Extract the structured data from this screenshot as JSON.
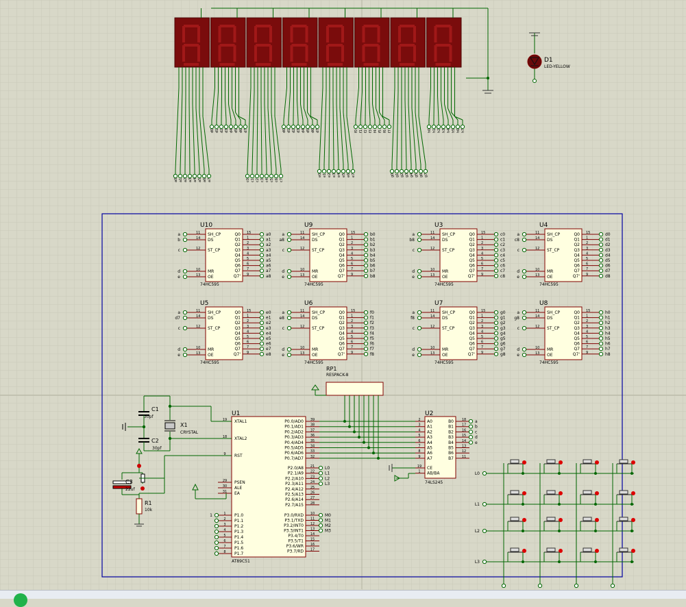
{
  "colors": {
    "background": "#d8d8c8",
    "grid_minor": "#c9c9b8",
    "grid_major": "#b3b3a2",
    "wire": "#006600",
    "component_fill": "#ffffe0",
    "component_border": "#800000",
    "led_off": "#6a0a0a",
    "frame": "#0000a0",
    "status_green": "#21b24b"
  },
  "display": {
    "digits": 8,
    "nets": [
      [
        "a0",
        "a1",
        "a2",
        "a3",
        "a4",
        "a5",
        "a6",
        "a7"
      ],
      [
        "b0",
        "b1",
        "b2",
        "b3",
        "b4",
        "b5",
        "b6",
        "b7"
      ],
      [
        "c0",
        "c1",
        "c2",
        "c3",
        "c4",
        "c5",
        "c6",
        "c7"
      ],
      [
        "d0",
        "d1",
        "d2",
        "d3",
        "d4",
        "d5",
        "d6",
        "d7"
      ],
      [
        "e0",
        "e1",
        "e2",
        "e3",
        "e4",
        "e5",
        "e6",
        "e7"
      ],
      [
        "f0",
        "f1",
        "f2",
        "f3",
        "f4",
        "f5",
        "f6",
        "f7"
      ],
      [
        "g0",
        "g1",
        "g2",
        "g3",
        "g4",
        "g5",
        "g6",
        "g7"
      ],
      [
        "h0",
        "h1",
        "h2",
        "h3",
        "h4",
        "h5",
        "h6",
        "h7"
      ]
    ]
  },
  "led": {
    "ref": "D1",
    "value": "LED-YELLOW"
  },
  "shift_regs": [
    {
      "ref": "U10",
      "type": "74HC595",
      "in": [
        "a",
        "b",
        "c",
        "d",
        "e"
      ],
      "q": [
        "a0",
        "a1",
        "a2",
        "a3",
        "a4",
        "a5",
        "a6",
        "a7"
      ]
    },
    {
      "ref": "U9",
      "type": "74HC595",
      "in": [
        "a",
        "a8",
        "c",
        "d",
        "e"
      ],
      "q": [
        "b0",
        "b1",
        "b2",
        "b3",
        "b4",
        "b5",
        "b6",
        "b7"
      ]
    },
    {
      "ref": "U3",
      "type": "74HC595",
      "in": [
        "a",
        "b8",
        "c",
        "d",
        "e"
      ],
      "q": [
        "c0",
        "c1",
        "c2",
        "c3",
        "c4",
        "c5",
        "c6",
        "c7"
      ]
    },
    {
      "ref": "U4",
      "type": "74HC595",
      "in": [
        "a",
        "c8",
        "c",
        "d",
        "e"
      ],
      "q": [
        "d0",
        "d1",
        "d2",
        "d3",
        "d4",
        "d5",
        "d6",
        "d7"
      ]
    },
    {
      "ref": "U5",
      "type": "74HC595",
      "in": [
        "a",
        "d7",
        "c",
        "d",
        "e"
      ],
      "q": [
        "e0",
        "e1",
        "e2",
        "e3",
        "e4",
        "e5",
        "e6",
        "e7"
      ]
    },
    {
      "ref": "U6",
      "type": "74HC595",
      "in": [
        "a",
        "e8",
        "c",
        "d",
        "e"
      ],
      "q": [
        "f0",
        "f1",
        "f2",
        "f3",
        "f4",
        "f5",
        "f6",
        "f7"
      ]
    },
    {
      "ref": "U7",
      "type": "74HC595",
      "in": [
        "a",
        "f8",
        "c",
        "d",
        "e"
      ],
      "q": [
        "g0",
        "g1",
        "g2",
        "g3",
        "g4",
        "g5",
        "g6",
        "g7"
      ]
    },
    {
      "ref": "U8",
      "type": "74HC595",
      "in": [
        "a",
        "g8",
        "c",
        "d",
        "e"
      ],
      "q": [
        "h0",
        "h1",
        "h2",
        "h3",
        "h4",
        "h5",
        "h6",
        "h7"
      ]
    }
  ],
  "sr_outside_labels": [
    "a8",
    "b8",
    "c8",
    "d8",
    "e8",
    "f8",
    "g8",
    "h8"
  ],
  "sr_left_pins": [
    "11",
    "14",
    "12",
    "10",
    "13"
  ],
  "sr_left_names": [
    "SH_CP",
    "DS",
    "ST_CP",
    "MR",
    "OE"
  ],
  "sr_right_pins": [
    "15",
    "1",
    "2",
    "3",
    "4",
    "5",
    "6",
    "7",
    "9"
  ],
  "sr_right_names": [
    "Q0",
    "Q1",
    "Q2",
    "Q3",
    "Q4",
    "Q5",
    "Q6",
    "Q7",
    "Q7'"
  ],
  "rp1": {
    "ref": "RP1",
    "value": "RESPACK-8"
  },
  "mcu": {
    "ref": "U1",
    "part": "AT89C51",
    "left": [
      {
        "pin": "19",
        "name": "XTAL1"
      },
      {
        "pin": "18",
        "name": "XTAL2"
      },
      {
        "pin": "9",
        "name": "RST"
      },
      {
        "pin": "29",
        "name": "PSEN"
      },
      {
        "pin": "30",
        "name": "ALE"
      },
      {
        "pin": "31",
        "name": "EA"
      },
      {
        "pin": "1",
        "name": "P1.0"
      },
      {
        "pin": "2",
        "name": "P1.1"
      },
      {
        "pin": "3",
        "name": "P1.2"
      },
      {
        "pin": "4",
        "name": "P1.3"
      },
      {
        "pin": "5",
        "name": "P1.4"
      },
      {
        "pin": "6",
        "name": "P1.5"
      },
      {
        "pin": "7",
        "name": "P1.6"
      },
      {
        "pin": "8",
        "name": "P1.7"
      }
    ],
    "right": [
      {
        "pin": "39",
        "name": "P0.0/AD0"
      },
      {
        "pin": "38",
        "name": "P0.1/AD1"
      },
      {
        "pin": "37",
        "name": "P0.2/AD2"
      },
      {
        "pin": "36",
        "name": "P0.3/AD3"
      },
      {
        "pin": "35",
        "name": "P0.4/AD4"
      },
      {
        "pin": "34",
        "name": "P0.5/AD5"
      },
      {
        "pin": "33",
        "name": "P0.6/AD6"
      },
      {
        "pin": "32",
        "name": "P0.7/AD7"
      },
      {
        "pin": "21",
        "name": "P2.0/A8",
        "net": "L0"
      },
      {
        "pin": "22",
        "name": "P2.1/A9",
        "net": "L1"
      },
      {
        "pin": "23",
        "name": "P2.2/A10",
        "net": "L2"
      },
      {
        "pin": "24",
        "name": "P2.3/A11",
        "net": "L3"
      },
      {
        "pin": "25",
        "name": "P2.4/A12"
      },
      {
        "pin": "26",
        "name": "P2.5/A13"
      },
      {
        "pin": "27",
        "name": "P2.6/A14"
      },
      {
        "pin": "28",
        "name": "P2.7/A15"
      },
      {
        "pin": "10",
        "name": "P3.0/RXD",
        "net": "M0"
      },
      {
        "pin": "11",
        "name": "P3.1/TXD",
        "net": "M1"
      },
      {
        "pin": "12",
        "name": "P3.2/INT0",
        "net": "M2"
      },
      {
        "pin": "13",
        "name": "P3.3/INT1",
        "net": "M3"
      },
      {
        "pin": "14",
        "name": "P3.4/T0"
      },
      {
        "pin": "15",
        "name": "P3.5/T1"
      },
      {
        "pin": "16",
        "name": "P3.6/WR"
      },
      {
        "pin": "17",
        "name": "P3.7/RD"
      }
    ],
    "p10_net": "1"
  },
  "buffer": {
    "ref": "U2",
    "part": "74LS245",
    "a_pins": [
      "2",
      "3",
      "4",
      "5",
      "6",
      "7",
      "8",
      "9"
    ],
    "a_names": [
      "A0",
      "A1",
      "A2",
      "A3",
      "A4",
      "A5",
      "A6",
      "A7"
    ],
    "b_pins": [
      "18",
      "17",
      "16",
      "15",
      "14",
      "13",
      "12",
      "11"
    ],
    "b_names": [
      "B0",
      "B1",
      "B2",
      "B3",
      "B4",
      "B5",
      "B6",
      "B7"
    ],
    "b_nets": [
      "a",
      "b",
      "c",
      "d",
      "e"
    ],
    "ctrl": [
      {
        "pin": "19",
        "name": "CE"
      },
      {
        "pin": "1",
        "name": "AB/BA"
      }
    ]
  },
  "passives": {
    "c1": {
      "ref": "C1",
      "value": "30pf"
    },
    "c2": {
      "ref": "C2",
      "value": "30pf"
    },
    "x1": {
      "ref": "X1",
      "value": "CRYSTAL"
    },
    "c3": {
      "ref": "C3",
      "value": "22uf"
    },
    "r1": {
      "ref": "R1",
      "value": "10k"
    }
  },
  "keypad": {
    "rows": [
      "L0",
      "L1",
      "L2",
      "L3"
    ],
    "cols": 4
  }
}
